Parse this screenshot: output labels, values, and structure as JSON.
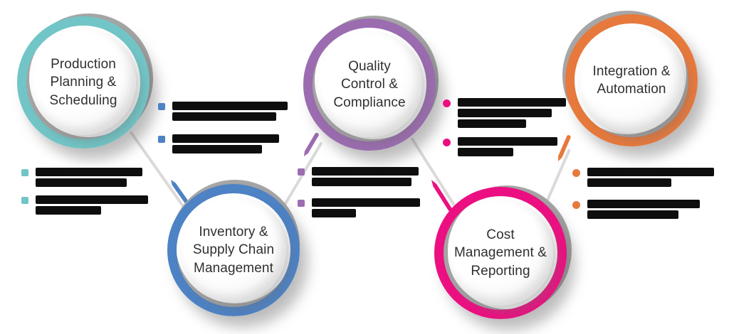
{
  "diagram": {
    "title": "Manufacturing software feature cycle diagram",
    "background_color": "#ffffff",
    "connector_color": "#dadada",
    "gray_arc_color": "#a6a6a6",
    "label_color": "#2f2f2f",
    "redacted_text_color": "#0e0e0e",
    "nodes": [
      {
        "id": "production-planning-scheduling",
        "label": "Production Planning & Scheduling",
        "color": "#72c5c6"
      },
      {
        "id": "inventory-supply-chain-management",
        "label": "Inventory & Supply Chain Management",
        "color": "#4d82c4"
      },
      {
        "id": "quality-control-compliance",
        "label": "Quality Control & Compliance",
        "color": "#9b6cb0"
      },
      {
        "id": "cost-management-reporting",
        "label": "Cost Management & Reporting",
        "color": "#ec0f81"
      },
      {
        "id": "integration-automation",
        "label": "Integration & Automation",
        "color": "#e7793c"
      }
    ],
    "bullet_groups": [
      {
        "id": "bullets-top-left",
        "bullet_color": "#4d82c4",
        "bullet_shape": "square",
        "items": [
          {
            "text": "[illegible]"
          },
          {
            "text": "[illegible]"
          }
        ]
      },
      {
        "id": "bullets-far-left",
        "bullet_color": "#72c5c6",
        "bullet_shape": "square",
        "items": [
          {
            "text": "[illegible]"
          },
          {
            "text": "[illegible]"
          }
        ]
      },
      {
        "id": "bullets-center",
        "bullet_color": "#9b6cb0",
        "bullet_shape": "square",
        "items": [
          {
            "text": "[illegible]"
          },
          {
            "text": "[illegible]"
          }
        ]
      },
      {
        "id": "bullets-top-right",
        "bullet_color": "#ec0f81",
        "bullet_shape": "dot",
        "items": [
          {
            "text": "[illegible]"
          },
          {
            "text": "[illegible]"
          }
        ]
      },
      {
        "id": "bullets-far-right",
        "bullet_color": "#e7793c",
        "bullet_shape": "dot",
        "items": [
          {
            "text": "[illegible]"
          },
          {
            "text": "[illegible]"
          }
        ]
      }
    ]
  }
}
